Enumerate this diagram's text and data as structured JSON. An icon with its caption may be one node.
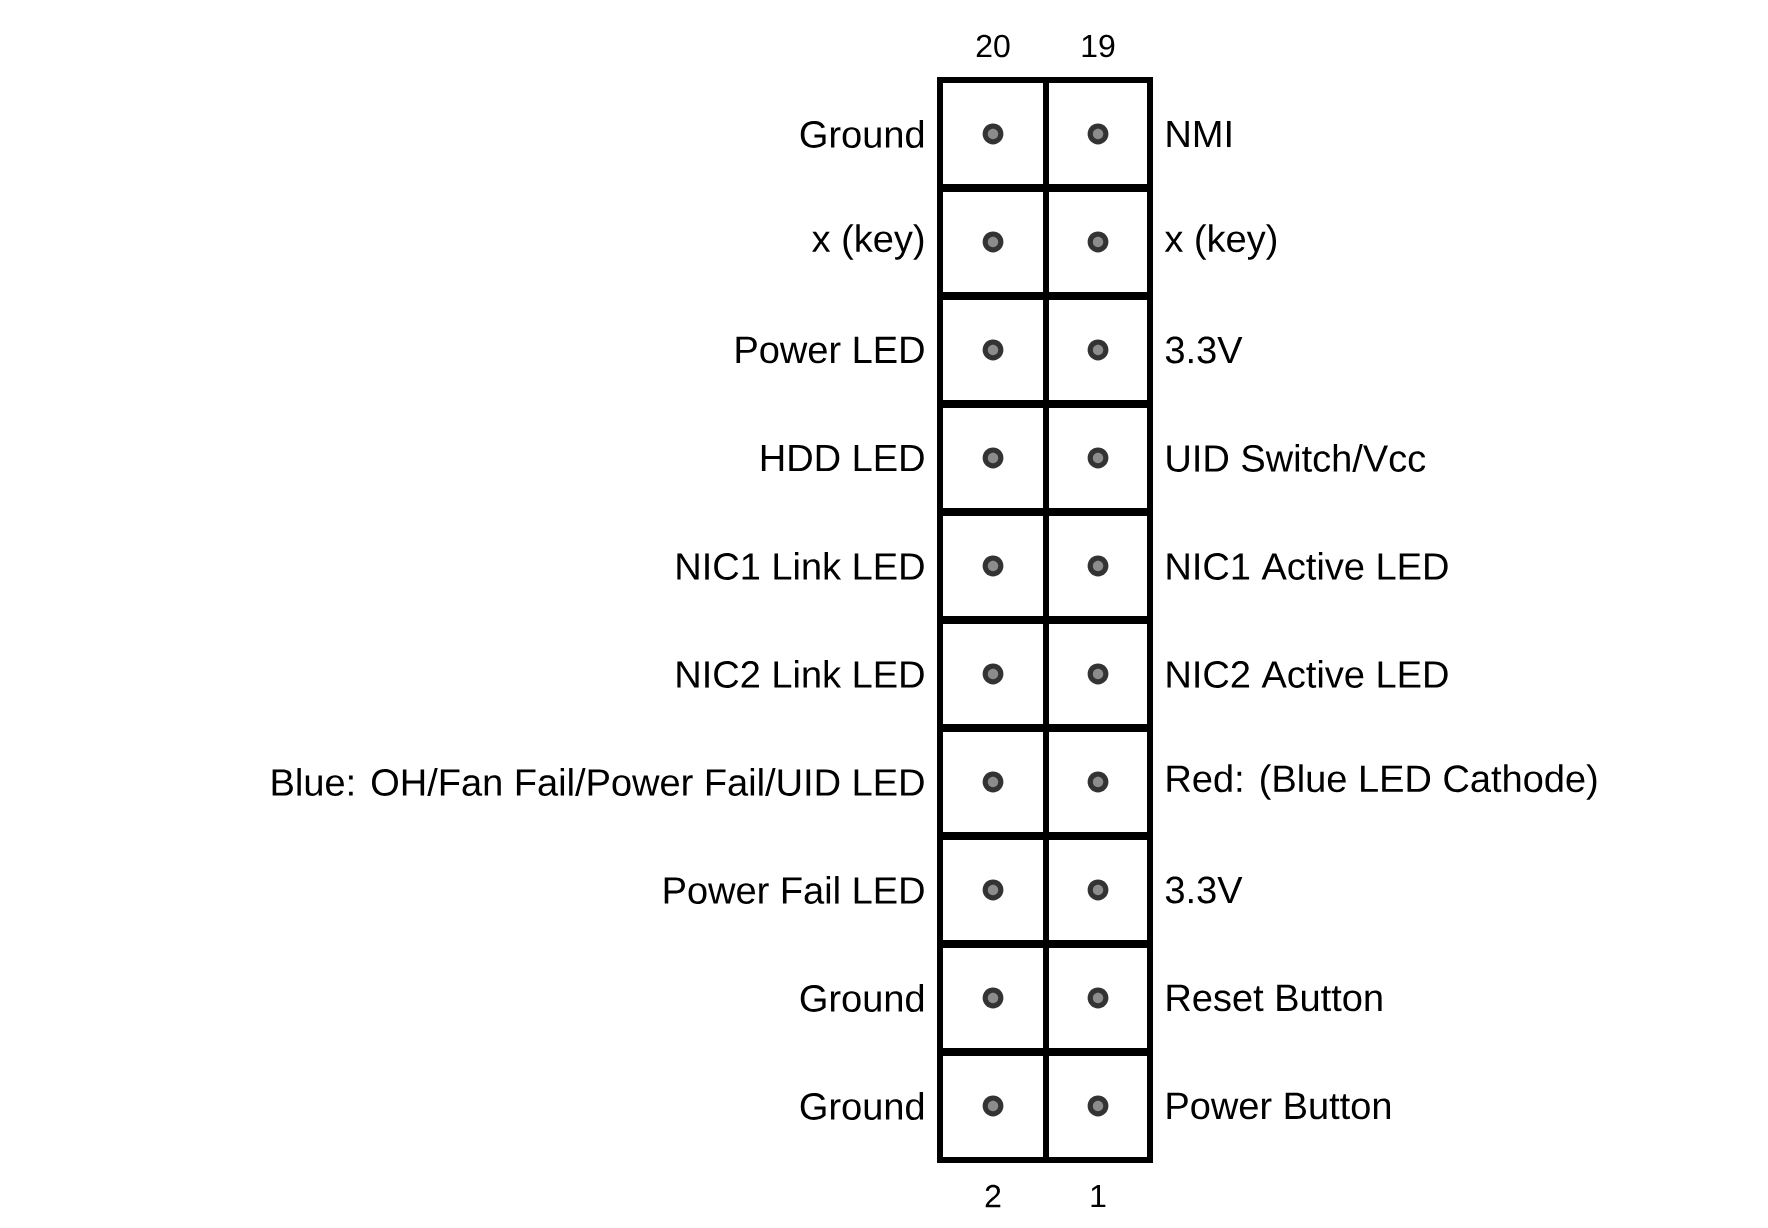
{
  "diagram": {
    "labels": [
      "20",
      "19",
      "Ground",
      "NMI",
      "x (key)",
      "x (key)",
      "Power LED",
      "3.3V",
      "HDD LED",
      "UID Switch/Vcc",
      "NIC1 Link LED",
      "NIC1 Active LED",
      "NIC2 Link LED",
      "NIC2 Active LED",
      "Blue: OH/Fan Fail/Power Fail/UID LED",
      "Red: (Blue LED Cathode)",
      "Power Fail LED",
      "3.3V",
      "Ground",
      "Reset Button",
      "Ground",
      "Power Button",
      "2",
      "1"
    ]
  }
}
